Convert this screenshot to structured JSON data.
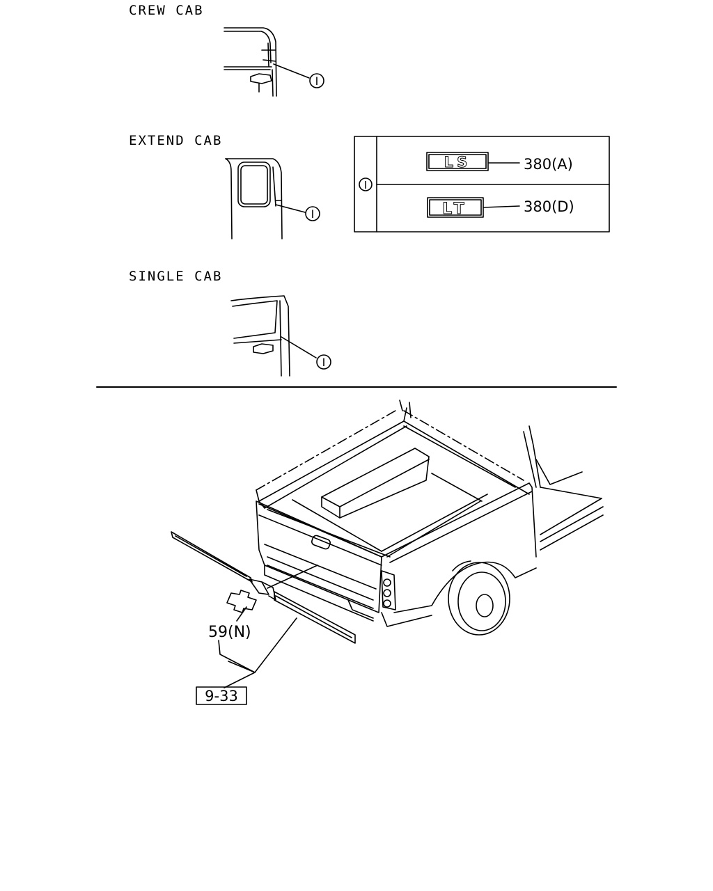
{
  "cab_views": [
    {
      "label": "CREW CAB",
      "callout": "I"
    },
    {
      "label": "EXTEND CAB",
      "callout": "I"
    },
    {
      "label": "SINGLE CAB",
      "callout": "I"
    }
  ],
  "emblem_table": {
    "key": "I",
    "rows": [
      {
        "emblem": "LS",
        "part_ref": "380(A)"
      },
      {
        "emblem": "LT",
        "part_ref": "380(D)"
      }
    ]
  },
  "tailgate": {
    "bowtie_ref": "59(N)",
    "section_ref": "9-33"
  }
}
